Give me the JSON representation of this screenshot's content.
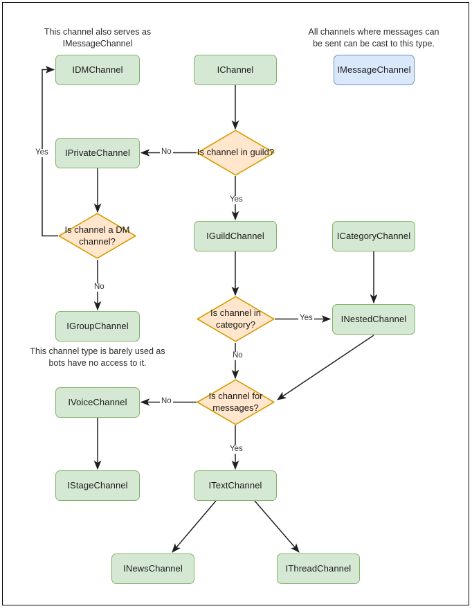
{
  "diagram": {
    "title": "Discord channel interface hierarchy flowchart",
    "colors": {
      "green_fill": "#d5e8d4",
      "green_stroke": "#82b366",
      "blue_fill": "#dae8fc",
      "blue_stroke": "#6c8ebf",
      "orange_fill": "#ffe6cc",
      "orange_stroke": "#d79b00",
      "edge": "#1f1f1f",
      "canvas_border": "#000000",
      "background": "#ffffff"
    },
    "notes": [
      {
        "id": "note-dm",
        "text": "This channel also serves as IMessageChannel"
      },
      {
        "id": "note-message",
        "text": "All channels where messages can be sent can be cast to this type."
      },
      {
        "id": "note-group",
        "text": "This channel type is barely used as bots have no access to it."
      }
    ],
    "nodes": [
      {
        "id": "idmchannel",
        "label": "IDMChannel",
        "shape": "box",
        "color": "green"
      },
      {
        "id": "ichannel",
        "label": "IChannel",
        "shape": "box",
        "color": "green"
      },
      {
        "id": "imessagechannel",
        "label": "IMessageChannel",
        "shape": "box",
        "color": "blue"
      },
      {
        "id": "iprivatechannel",
        "label": "IPrivateChannel",
        "shape": "box",
        "color": "green"
      },
      {
        "id": "is-channel-in-guild",
        "label": "Is channel in guild?",
        "shape": "diamond",
        "color": "orange"
      },
      {
        "id": "is-channel-a-dm-channel",
        "label": "Is channel a DM channel?",
        "shape": "diamond",
        "color": "orange"
      },
      {
        "id": "iguildchannel",
        "label": "IGuildChannel",
        "shape": "box",
        "color": "green"
      },
      {
        "id": "icategorychannel",
        "label": "ICategoryChannel",
        "shape": "box",
        "color": "green"
      },
      {
        "id": "igroupchannel",
        "label": "IGroupChannel",
        "shape": "box",
        "color": "green"
      },
      {
        "id": "is-channel-in-category",
        "label": "Is channel in category?",
        "shape": "diamond",
        "color": "orange"
      },
      {
        "id": "inestedchannel",
        "label": "INestedChannel",
        "shape": "box",
        "color": "green"
      },
      {
        "id": "ivoicechannel",
        "label": "IVoiceChannel",
        "shape": "box",
        "color": "green"
      },
      {
        "id": "is-channel-for-messages",
        "label": "Is channel for messages?",
        "shape": "diamond",
        "color": "orange"
      },
      {
        "id": "istagechannel",
        "label": "IStageChannel",
        "shape": "box",
        "color": "green"
      },
      {
        "id": "itextchannel",
        "label": "ITextChannel",
        "shape": "box",
        "color": "green"
      },
      {
        "id": "inewschannel",
        "label": "INewsChannel",
        "shape": "box",
        "color": "green"
      },
      {
        "id": "ithreadchannel",
        "label": "IThreadChannel",
        "shape": "box",
        "color": "green"
      }
    ],
    "edges": [
      {
        "id": "edge-ichannel-guild",
        "from": "ichannel",
        "to": "is-channel-in-guild",
        "label": ""
      },
      {
        "id": "edge-guild-no",
        "from": "is-channel-in-guild",
        "to": "iprivatechannel",
        "label": "No"
      },
      {
        "id": "edge-guild-yes",
        "from": "is-channel-in-guild",
        "to": "iguildchannel",
        "label": "Yes"
      },
      {
        "id": "edge-private-dm",
        "from": "iprivatechannel",
        "to": "is-channel-a-dm-channel",
        "label": ""
      },
      {
        "id": "edge-dm-yes",
        "from": "is-channel-a-dm-channel",
        "to": "idmchannel",
        "label": "Yes"
      },
      {
        "id": "edge-dm-no",
        "from": "is-channel-a-dm-channel",
        "to": "igroupchannel",
        "label": "No"
      },
      {
        "id": "edge-guildchannel-category",
        "from": "iguildchannel",
        "to": "is-channel-in-category",
        "label": ""
      },
      {
        "id": "edge-category-yes",
        "from": "is-channel-in-category",
        "to": "inestedchannel",
        "label": "Yes"
      },
      {
        "id": "edge-category-no",
        "from": "is-channel-in-category",
        "to": "is-channel-for-messages",
        "label": "No"
      },
      {
        "id": "edge-icategory-inested",
        "from": "icategorychannel",
        "to": "inestedchannel",
        "label": ""
      },
      {
        "id": "edge-inested-messages",
        "from": "inestedchannel",
        "to": "is-channel-for-messages",
        "label": ""
      },
      {
        "id": "edge-messages-no",
        "from": "is-channel-for-messages",
        "to": "ivoicechannel",
        "label": "No"
      },
      {
        "id": "edge-messages-yes",
        "from": "is-channel-for-messages",
        "to": "itextchannel",
        "label": "Yes"
      },
      {
        "id": "edge-voice-stage",
        "from": "ivoicechannel",
        "to": "istagechannel",
        "label": ""
      },
      {
        "id": "edge-text-news",
        "from": "itextchannel",
        "to": "inewschannel",
        "label": ""
      },
      {
        "id": "edge-text-thread",
        "from": "itextchannel",
        "to": "ithreadchannel",
        "label": ""
      }
    ],
    "edge_labels": [
      {
        "id": "label-yes-dm",
        "text": "Yes"
      },
      {
        "id": "label-no-guild",
        "text": "No"
      },
      {
        "id": "label-yes-guild",
        "text": "Yes"
      },
      {
        "id": "label-no-dm",
        "text": "No"
      },
      {
        "id": "label-yes-category",
        "text": "Yes"
      },
      {
        "id": "label-no-category",
        "text": "No"
      },
      {
        "id": "label-no-messages",
        "text": "No"
      },
      {
        "id": "label-yes-messages",
        "text": "Yes"
      }
    ]
  }
}
